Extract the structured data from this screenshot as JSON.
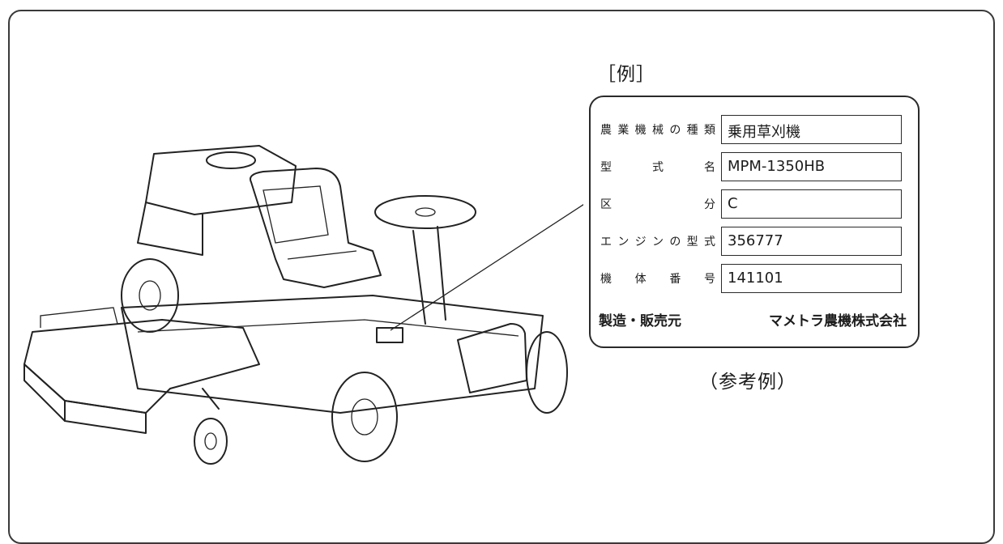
{
  "example_label": "［例］",
  "plate": {
    "rows": [
      {
        "key": "農業機械の種類",
        "value": "乗用草刈機"
      },
      {
        "key": "型 式 名",
        "value": "MPM-1350HB"
      },
      {
        "key": "区 分",
        "value": "C"
      },
      {
        "key": "エンジンの型式",
        "value": "356777"
      },
      {
        "key": "機 体 番 号",
        "value": "141101"
      }
    ],
    "maker_label": "製造・販売元",
    "maker_value": "マメトラ農機株式会社"
  },
  "caption": "（参考例）"
}
